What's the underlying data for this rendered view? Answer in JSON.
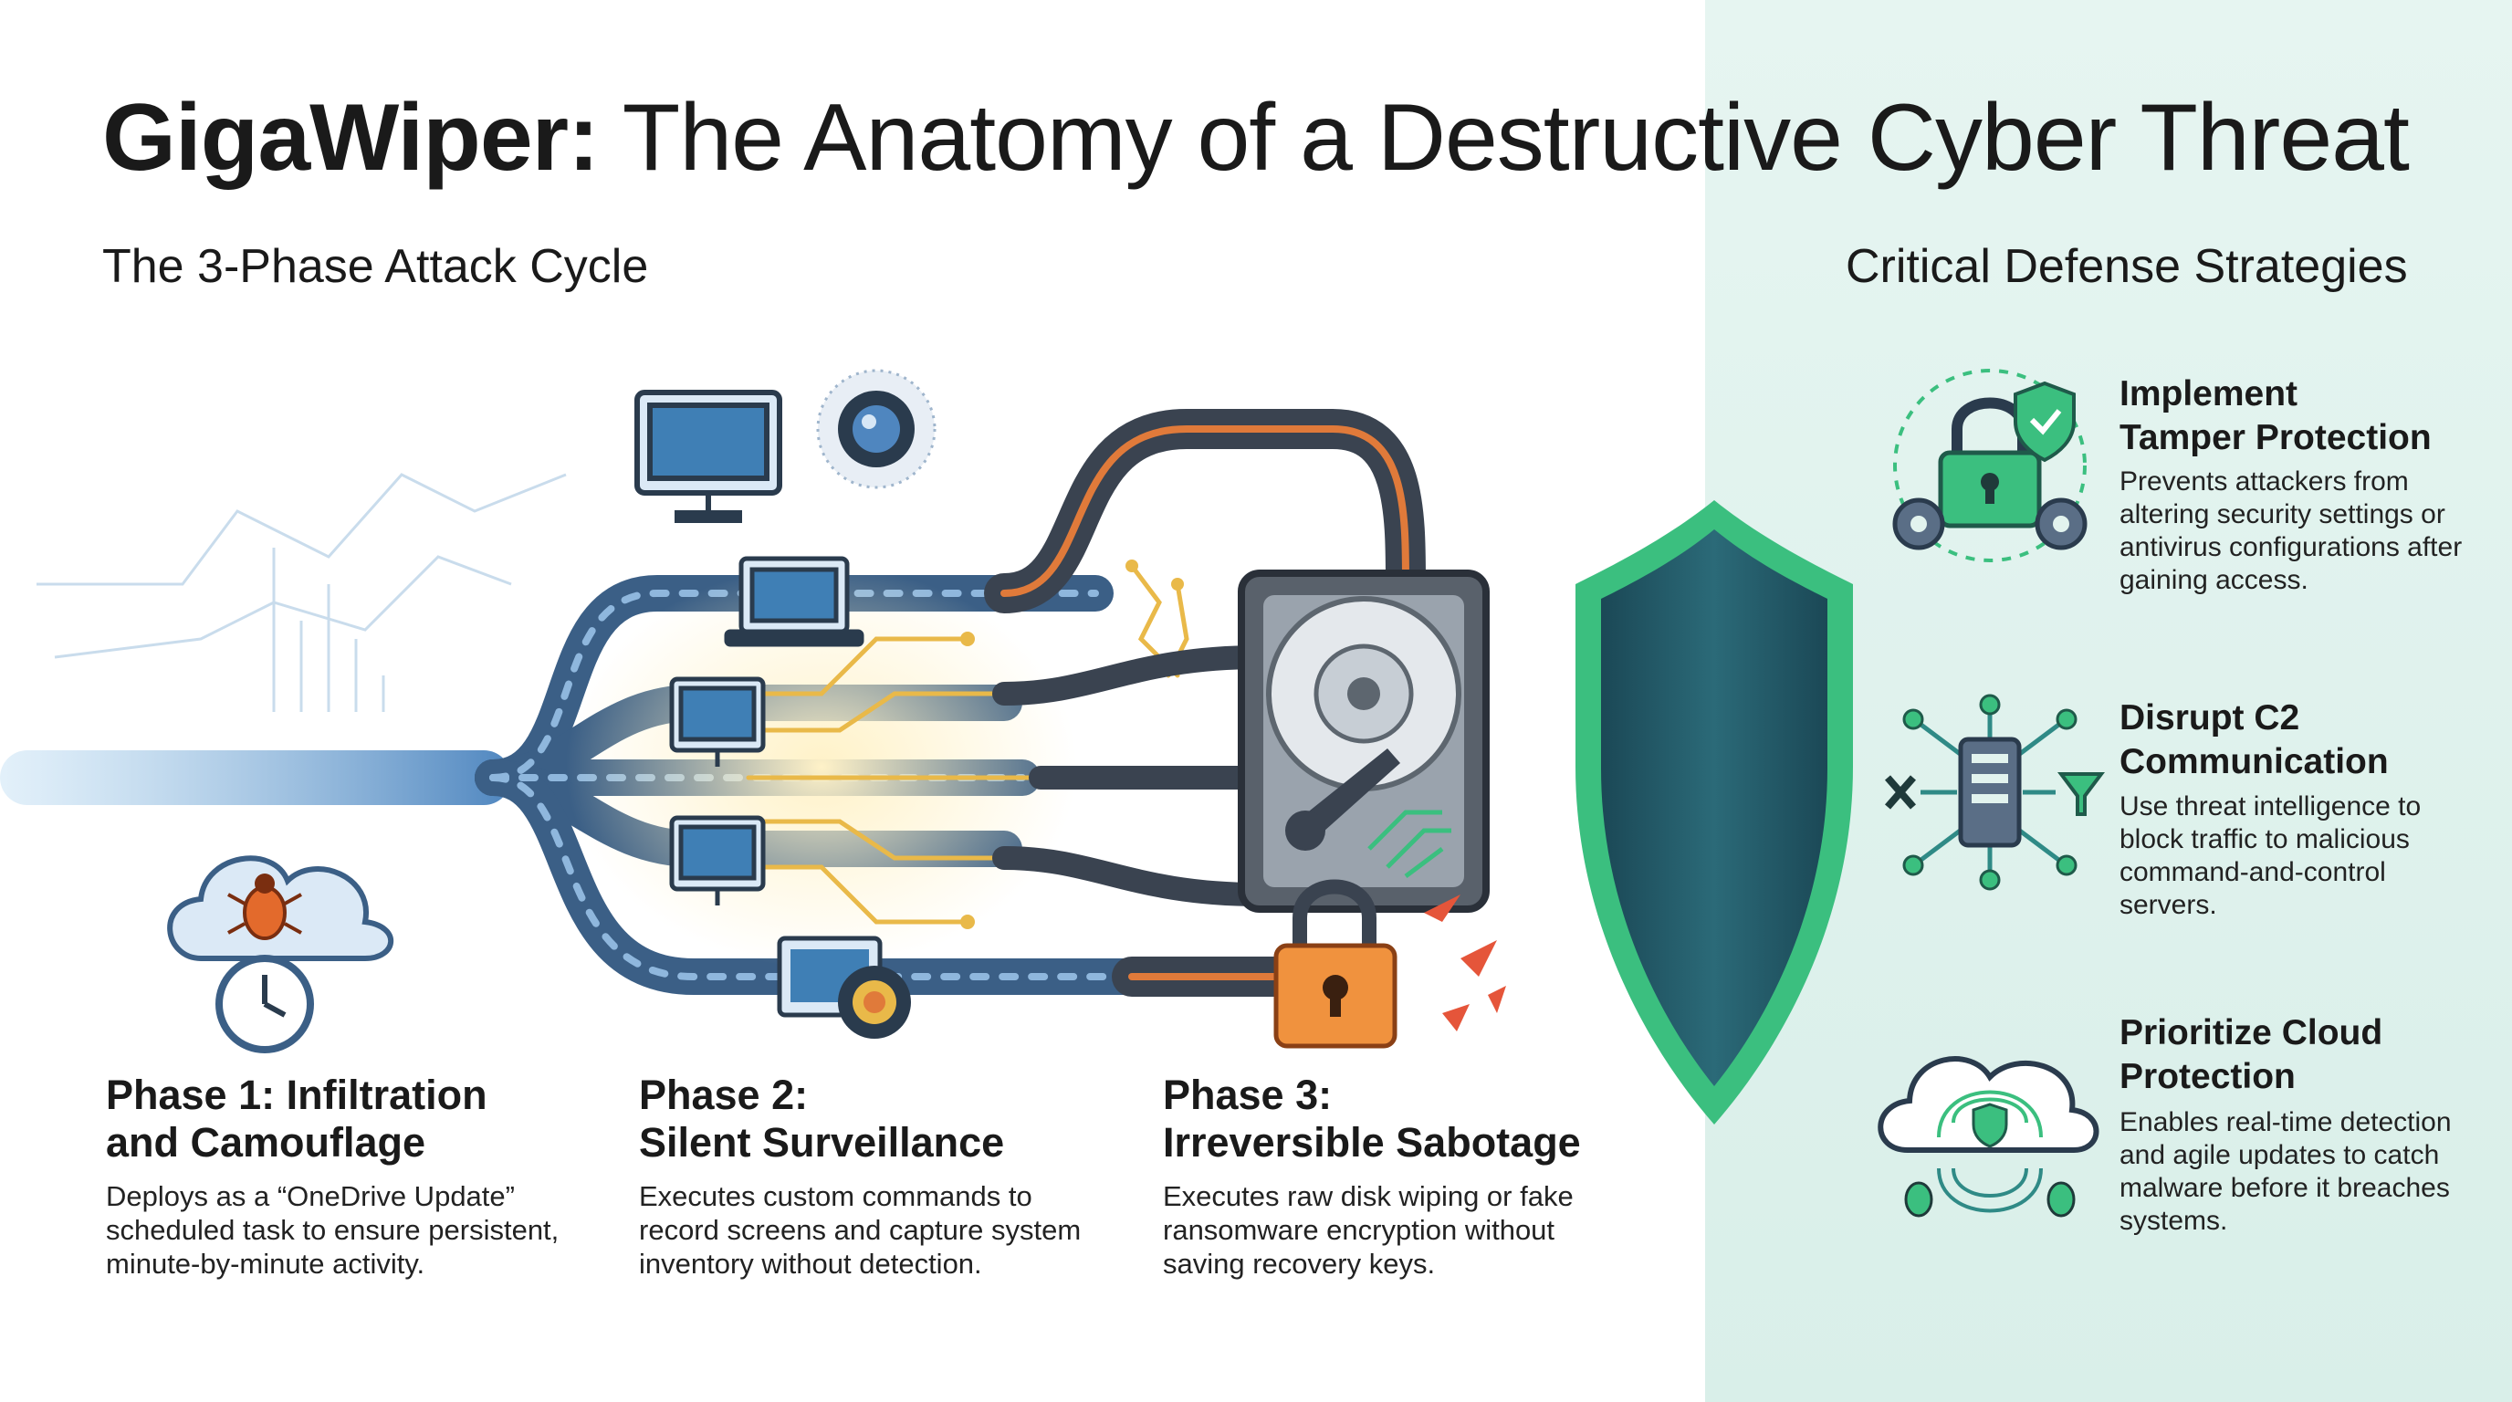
{
  "title": {
    "bold": "GigaWiper:",
    "rest": " The Anatomy of a Destructive Cyber Threat"
  },
  "attack_cycle": {
    "heading": "The 3-Phase Attack Cycle",
    "phases": [
      {
        "title_line1": "Phase 1: Infiltration",
        "title_line2": "and Camouflage",
        "description": "Deploys as a “OneDrive Update” scheduled task to ensure persistent, minute-by-minute activity."
      },
      {
        "title_line1": "Phase 2:",
        "title_line2": "Silent Surveillance",
        "description": "Executes custom commands to record screens and capture system inventory without detection."
      },
      {
        "title_line1": "Phase 3:",
        "title_line2": "Irreversible Sabotage",
        "description": "Executes raw disk wiping or fake ransomware encryption without saving recovery keys."
      }
    ]
  },
  "defense": {
    "heading": "Critical Defense Strategies",
    "strategies": [
      {
        "title_line1": "Implement",
        "title_line2": "Tamper Protection",
        "description": "Prevents attackers from altering security settings or antivirus configurations after gaining access.",
        "icon": "lock-shield-gears-icon"
      },
      {
        "title_line1": "Disrupt C2",
        "title_line2": "Communication",
        "description": "Use threat intelligence to block traffic to malicious command-and-control servers.",
        "icon": "server-network-filter-icon"
      },
      {
        "title_line1": "Prioritize Cloud",
        "title_line2": "Protection",
        "description": "Enables real-time detection and agile updates to catch malware before it breaches systems.",
        "icon": "cloud-shield-bugs-icon"
      }
    ]
  },
  "colors": {
    "defense_panel_bg": "#e2f3ee",
    "phase1_blue": "#3d6e9e",
    "phase2_gold": "#e9b949",
    "phase3_orange": "#e07a3a",
    "shield_green": "#3bbf7f",
    "shield_dark": "#1f4f5a",
    "teal_icon": "#2f8a86"
  }
}
